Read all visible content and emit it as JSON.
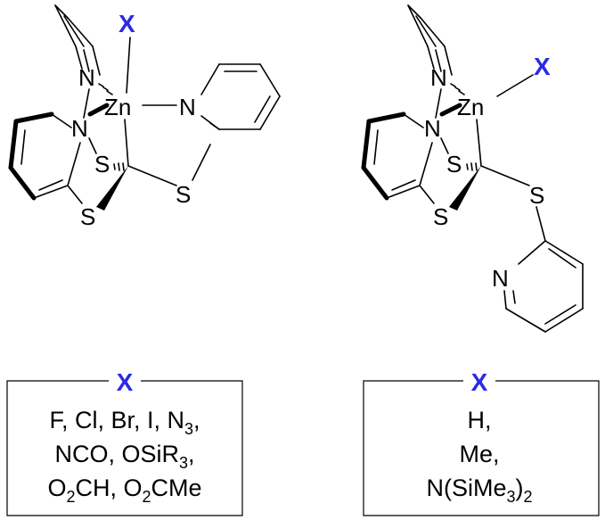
{
  "accent_color": "#2a2ae6",
  "structure_left": {
    "atoms": {
      "x": "X",
      "zn": "Zn",
      "n_top": "N",
      "n_left": "N",
      "n_right": "N",
      "s_inner": "S",
      "s_bottom": "S",
      "s_right": "S"
    }
  },
  "structure_right": {
    "atoms": {
      "x": "X",
      "zn": "Zn",
      "n_top": "N",
      "n_left": "N",
      "n_pyr": "N",
      "s_inner": "S",
      "s_bottom": "S",
      "s_right": "S"
    }
  },
  "box_left": {
    "title": "X",
    "line1": {
      "a": "F, Cl, Br, I, N",
      "a_sub": "3",
      "b": ","
    },
    "line2": {
      "a": "NCO, OSiR",
      "a_sub": "3",
      "b": ","
    },
    "line3": {
      "a": "O",
      "a_sub": "2",
      "b": "CH, O",
      "b_sub": "2",
      "c": "CMe"
    }
  },
  "box_right": {
    "title": "X",
    "line1": "H,",
    "line2": "Me,",
    "line3": {
      "a": "N(SiMe",
      "a_sub": "3",
      "b": ")",
      "b_sub": "2"
    }
  }
}
